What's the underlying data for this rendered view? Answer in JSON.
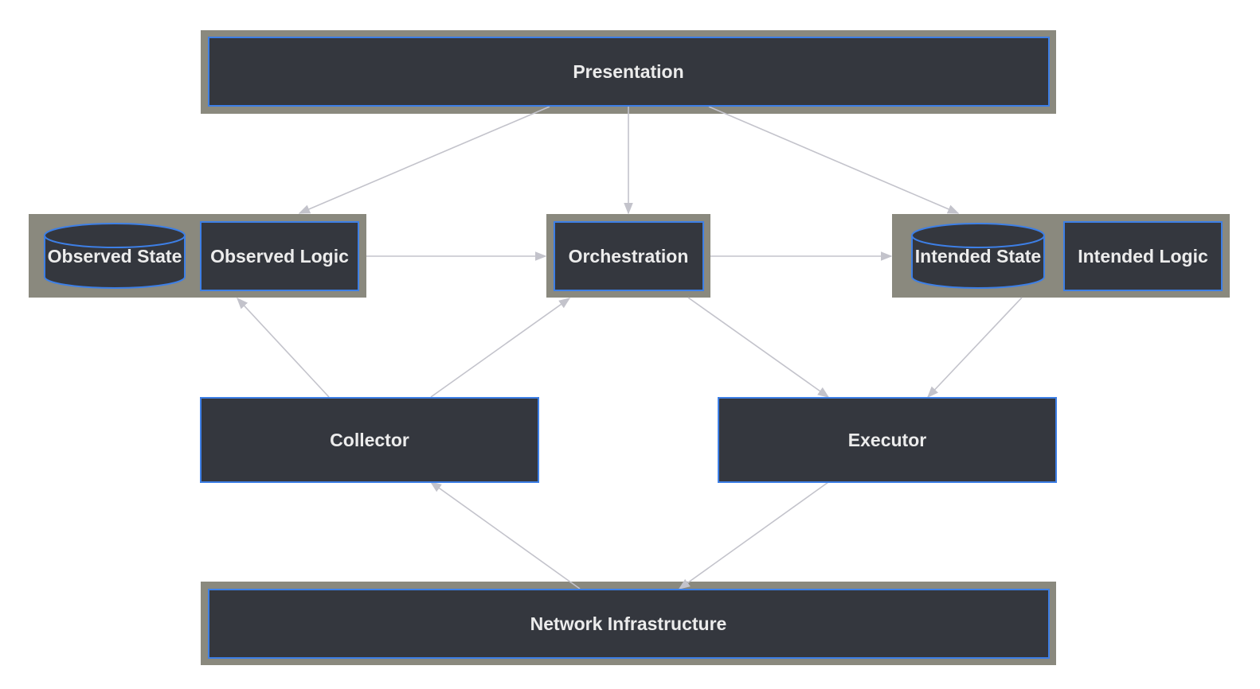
{
  "nodes": {
    "presentation": "Presentation",
    "observed_state": "Observed State",
    "observed_logic": "Observed Logic",
    "orchestration": "Orchestration",
    "intended_state": "Intended State",
    "intended_logic": "Intended Logic",
    "collector": "Collector",
    "executor": "Executor",
    "network_infrastructure": "Network Infrastructure"
  },
  "colors": {
    "group_background": "#8a897e",
    "node_fill": "#34373e",
    "node_border": "#3d7fe6",
    "edge": "#c3c3cb",
    "label_text": "#ececec"
  }
}
